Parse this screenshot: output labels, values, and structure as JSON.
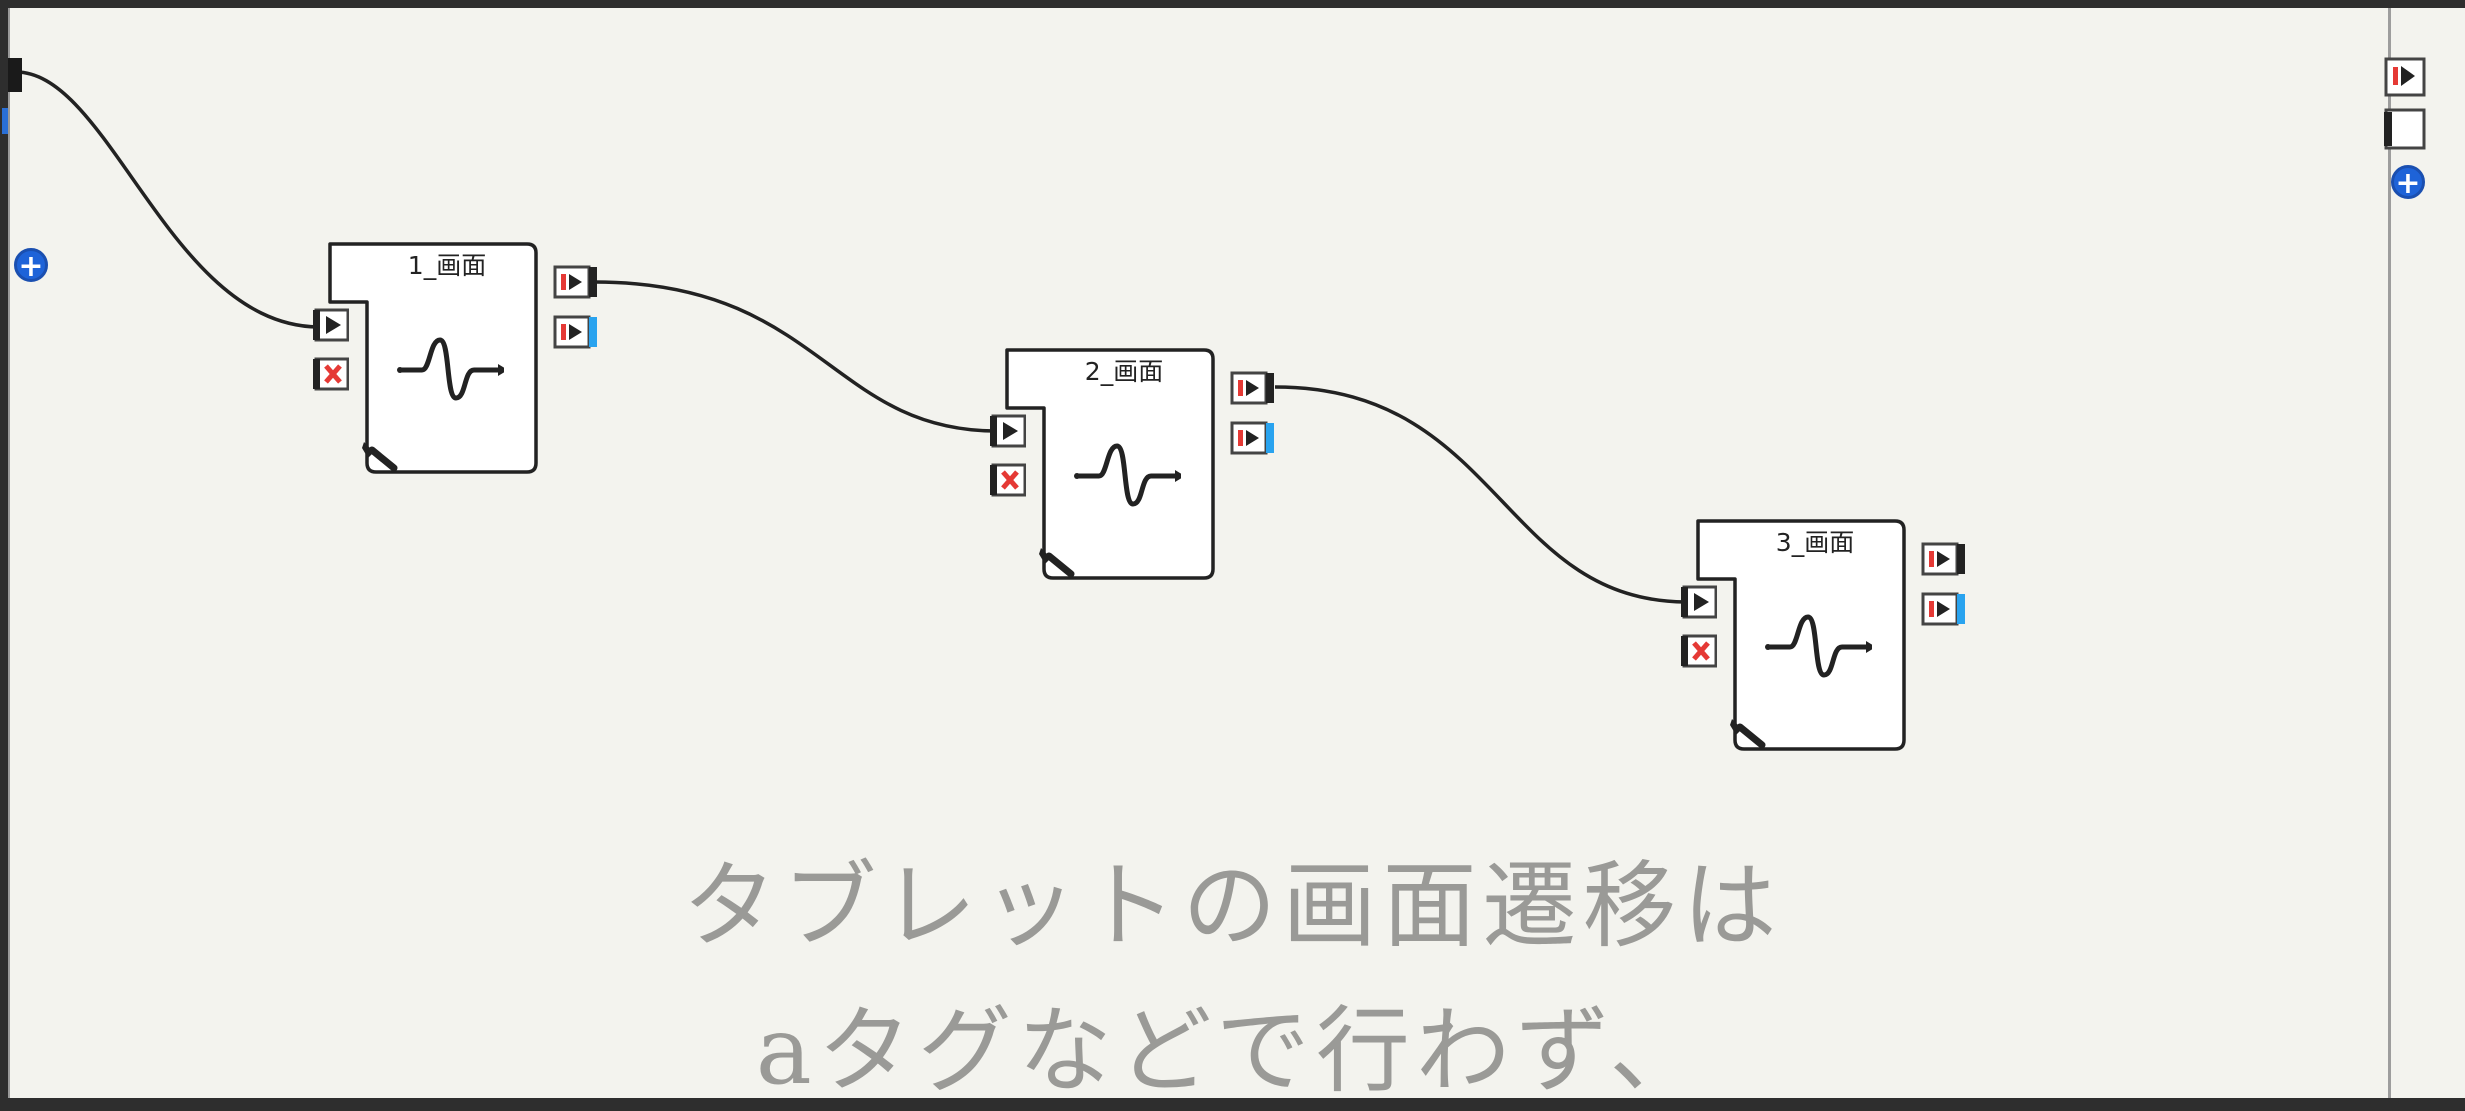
{
  "diagram": {
    "boxes": [
      {
        "title": "1_画面",
        "icon": "waveform-icon",
        "settings_icon": "wrench-icon"
      },
      {
        "title": "2_画面",
        "icon": "waveform-icon",
        "settings_icon": "wrench-icon"
      },
      {
        "title": "3_画面",
        "icon": "waveform-icon",
        "settings_icon": "wrench-icon"
      }
    ],
    "input_ports": [
      "play-port-icon",
      "cancel-port-icon"
    ],
    "output_ports": [
      "output-play-port-icon",
      "output-signal-port-icon"
    ],
    "add_button_icon": "plus-circle-icon",
    "colors": {
      "canvas": "#f3f3ee",
      "wire": "#222222",
      "cancel_red": "#e53935",
      "signal_blue": "#29a3ef",
      "add_blue": "#1e63d8"
    }
  },
  "caption": {
    "line1": "タブレットの画面遷移は",
    "line2": "aタグなどで行わず、"
  }
}
